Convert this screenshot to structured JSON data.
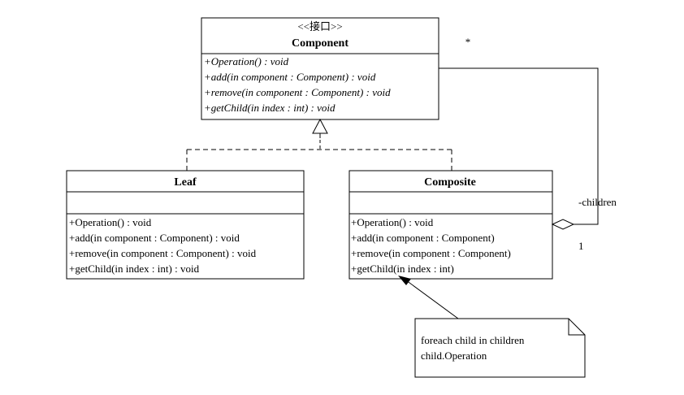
{
  "component": {
    "stereotype": "<<接口>>",
    "name": "Component",
    "methods": [
      "+Operation() : void",
      "+add(in component : Component) : void",
      "+remove(in component : Component) : void",
      "+getChild(in index : int) : void"
    ]
  },
  "leaf": {
    "name": "Leaf",
    "methods": [
      "+Operation() : void",
      "+add(in component : Component) : void",
      "+remove(in component : Component) : void",
      "+getChild(in index : int) : void"
    ]
  },
  "composite": {
    "name": "Composite",
    "methods": [
      "+Operation() : void",
      "+add(in component : Component)",
      "+remove(in component : Component)",
      "+getChild(in index : int)"
    ]
  },
  "association": {
    "multiplicity_many": "*",
    "role": "-children",
    "multiplicity_one": "1"
  },
  "note": {
    "lines": [
      "foreach child in children",
      "child.Operation"
    ]
  }
}
